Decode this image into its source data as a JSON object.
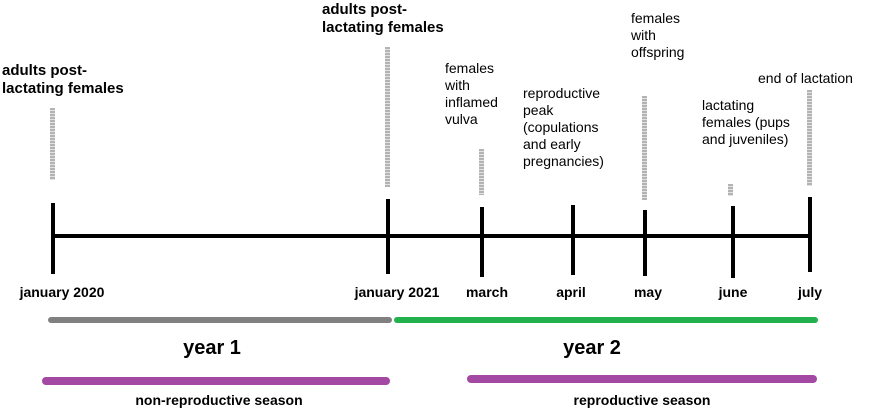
{
  "timeline": {
    "events": [
      {
        "label": "adults post-\nlactating females",
        "date": "january 2020"
      },
      {
        "label": "adults post-\nlactating females",
        "date": "january 2021"
      },
      {
        "label": "females\nwith\ninflamed\nvulva",
        "date": "march"
      },
      {
        "label": "reproductive\npeak\n(copulations\nand early\npregnancies)",
        "date": "april"
      },
      {
        "label": "females\nwith\noffspring",
        "date": "may"
      },
      {
        "label": "lactating\nfemales (pups\nand juveniles)",
        "date": "june"
      },
      {
        "label": "end of lactation",
        "date": "july"
      }
    ],
    "months": [
      "january 2020",
      "january 2021",
      "march",
      "april",
      "may",
      "june",
      "july"
    ],
    "periods": [
      {
        "label": "year 1",
        "color": "#808080"
      },
      {
        "label": "year 2",
        "color": "#22b14c"
      }
    ],
    "seasons": [
      {
        "label": "non-reproductive season",
        "color": "#a349a4"
      },
      {
        "label": "reproductive season",
        "color": "#a349a4"
      }
    ],
    "axis_color": "#000000"
  }
}
